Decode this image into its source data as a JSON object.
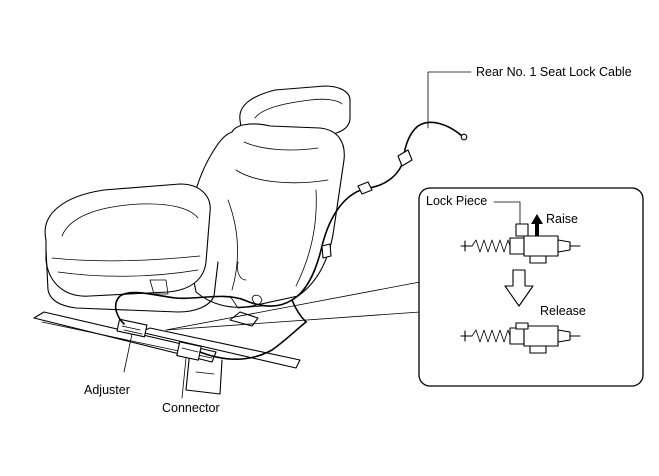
{
  "labels": {
    "rear_cable": "Rear No. 1 Seat Lock Cable",
    "lock_piece": "Lock Piece",
    "raise": "Raise",
    "release": "Release",
    "adjuster": "Adjuster",
    "connector": "Connector"
  },
  "icons": {
    "raise_arrow": "solid-up-arrow-icon",
    "transition_arrow": "hollow-down-arrow-icon"
  }
}
